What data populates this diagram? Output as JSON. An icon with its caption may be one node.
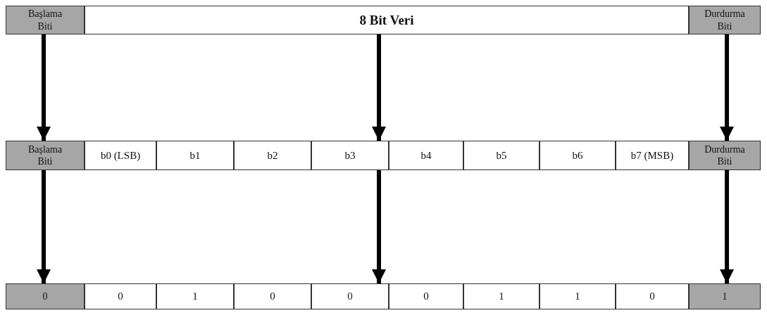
{
  "diagram": {
    "nodes": [
      {
        "text": [
          "Başlama Biti"
        ]
      },
      {
        "text": [
          "8 Bit Veri"
        ]
      },
      {
        "text": [
          "Durdurma Biti"
        ]
      },
      {
        "text": [
          "Başlama Biti"
        ]
      },
      {
        "text": [
          "b0 (LSB)"
        ]
      },
      {
        "text": [
          "b1"
        ]
      },
      {
        "text": [
          "b2"
        ]
      },
      {
        "text": [
          "b3"
        ]
      },
      {
        "text": [
          "b4"
        ]
      },
      {
        "text": [
          "b5"
        ]
      },
      {
        "text": [
          "b6"
        ]
      },
      {
        "text": [
          "b7 (MSB)"
        ]
      },
      {
        "text": [
          "Durdurma Biti"
        ]
      },
      {
        "text": [
          "0"
        ]
      },
      {
        "text": [
          "0"
        ]
      },
      {
        "text": [
          "1"
        ]
      },
      {
        "text": [
          "0"
        ]
      },
      {
        "text": [
          "0"
        ]
      },
      {
        "text": [
          "0"
        ]
      },
      {
        "text": [
          "1"
        ]
      },
      {
        "text": [
          "1"
        ]
      },
      {
        "text": [
          "0"
        ]
      },
      {
        "text": [
          "1"
        ]
      }
    ],
    "edges": [
      {
        "from": 0,
        "to": 3,
        "arrow": "to"
      },
      {
        "from": 1,
        "to": 7,
        "arrow": "to"
      },
      {
        "from": 2,
        "to": 12,
        "arrow": "to"
      },
      {
        "from": 3,
        "to": 13,
        "arrow": "to"
      },
      {
        "from": 7,
        "to": 17,
        "arrow": "to"
      },
      {
        "from": 12,
        "to": 22,
        "arrow": "to"
      }
    ]
  }
}
